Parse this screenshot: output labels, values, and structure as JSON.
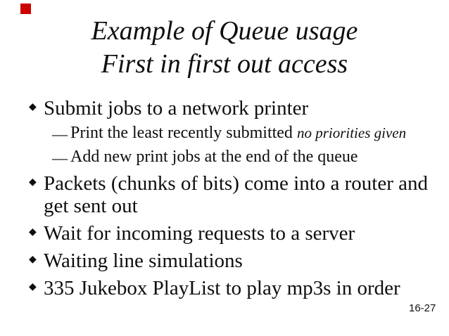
{
  "slide": {
    "title_lines": [
      "Example of Queue usage",
      "First in first out access"
    ],
    "page_number": "16-27",
    "marker_color": "#cc0000",
    "background_color": "#ffffff",
    "text_color": "#0e0e0e"
  },
  "glyphs": {
    "level1_bullet": "◆",
    "level2_dash": "—"
  },
  "bullets": [
    {
      "level": 1,
      "text": "Submit jobs to a network printer"
    },
    {
      "level": 2,
      "text": "Print the least recently submitted",
      "italic_suffix": "no priorities given"
    },
    {
      "level": 2,
      "text": "Add new print jobs at the end of the queue"
    },
    {
      "level": 1,
      "text": "Packets (chunks of bits) come into a router and get sent out"
    },
    {
      "level": 1,
      "text": "Wait for incoming requests to a server"
    },
    {
      "level": 1,
      "text": "Waiting line simulations"
    },
    {
      "level": 1,
      "text": "335 Jukebox PlayList to play mp3s in order"
    }
  ]
}
